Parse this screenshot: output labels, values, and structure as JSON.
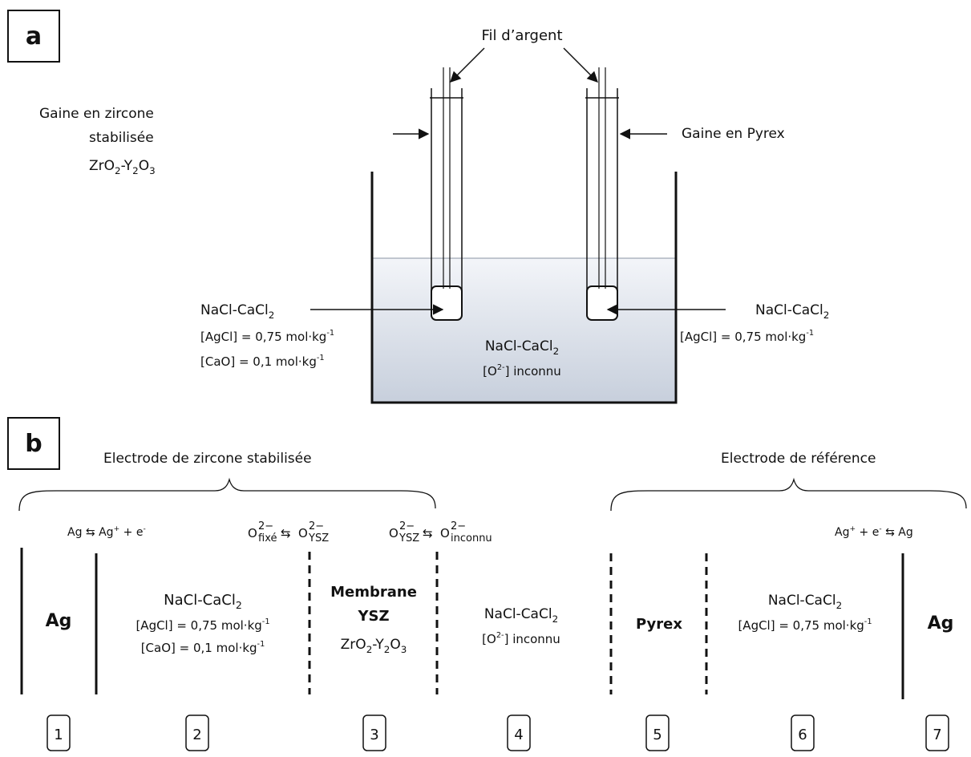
{
  "panel_a": {
    "label": "a",
    "silver_wire": "Fil d’argent",
    "zirconia_sheath": [
      "Gaine en zircone",
      "stabilisée"
    ],
    "zirconia_formula": {
      "zr": "ZrO",
      "s1": "2",
      "dash": "-Y",
      "s2": "2",
      "o": "O",
      "s3": "3"
    },
    "pyrex_sheath": "Gaine en Pyrex",
    "left_inner": {
      "melt": {
        "base": "NaCl-CaCl",
        "sub": "2"
      },
      "agcl": {
        "base": "[AgCl] = 0,75 mol·kg",
        "sup": "-1"
      },
      "cao": {
        "base": "[CaO] = 0,1 mol·kg",
        "sup": "-1"
      }
    },
    "bath": {
      "melt": {
        "base": "NaCl-CaCl",
        "sub": "2"
      },
      "oxide": {
        "pre": "[O",
        "sup": "2-",
        "post": "] inconnu"
      }
    },
    "right_inner": {
      "melt": {
        "base": "NaCl-CaCl",
        "sub": "2"
      },
      "agcl": {
        "base": "[AgCl] = 0,75 mol·kg",
        "sup": "-1"
      }
    }
  },
  "panel_b": {
    "label": "b",
    "brace_left_label": "Electrode de zircone stabilisée",
    "brace_right_label": "Electrode de référence",
    "reactions": {
      "r1": {
        "pre": "Ag ⇆ Ag",
        "sup1": "+",
        "mid": " + e",
        "sup2": "-"
      },
      "r2": {
        "o": "O",
        "sup": "2−",
        "sub_a": "fixé",
        "arrow": " ⇆ ",
        "sub_b": "YSZ"
      },
      "r3": {
        "o": "O",
        "sup": "2−",
        "sub_a": "YSZ",
        "arrow": " ⇆ ",
        "sub_b": "inconnu"
      },
      "r4": {
        "pre": "Ag",
        "sup1": "+",
        "mid": " + e",
        "sup2": "-",
        "post": " ⇆ Ag"
      }
    },
    "compartments": {
      "c1": "Ag",
      "c2": {
        "melt": {
          "base": "NaCl-CaCl",
          "sub": "2"
        },
        "agcl": {
          "base": "[AgCl] = 0,75 mol·kg",
          "sup": "-1"
        },
        "cao": {
          "base": "[CaO] = 0,1 mol·kg",
          "sup": "-1"
        }
      },
      "c3": {
        "line1": "Membrane",
        "line2": "YSZ",
        "formula": {
          "zr": "ZrO",
          "s1": "2",
          "dash": "-Y",
          "s2": "2",
          "o": "O",
          "s3": "3"
        }
      },
      "c4": {
        "melt": {
          "base": "NaCl-CaCl",
          "sub": "2"
        },
        "oxide": {
          "pre": "[O",
          "sup": "2-",
          "post": "] inconnu"
        }
      },
      "c5": "Pyrex",
      "c6": {
        "melt": {
          "base": "NaCl-CaCl",
          "sub": "2"
        },
        "agcl": {
          "base": "[AgCl] = 0,75 mol·kg",
          "sup": "-1"
        }
      },
      "c7": "Ag"
    },
    "numbers": [
      "1",
      "2",
      "3",
      "4",
      "5",
      "6",
      "7"
    ]
  }
}
